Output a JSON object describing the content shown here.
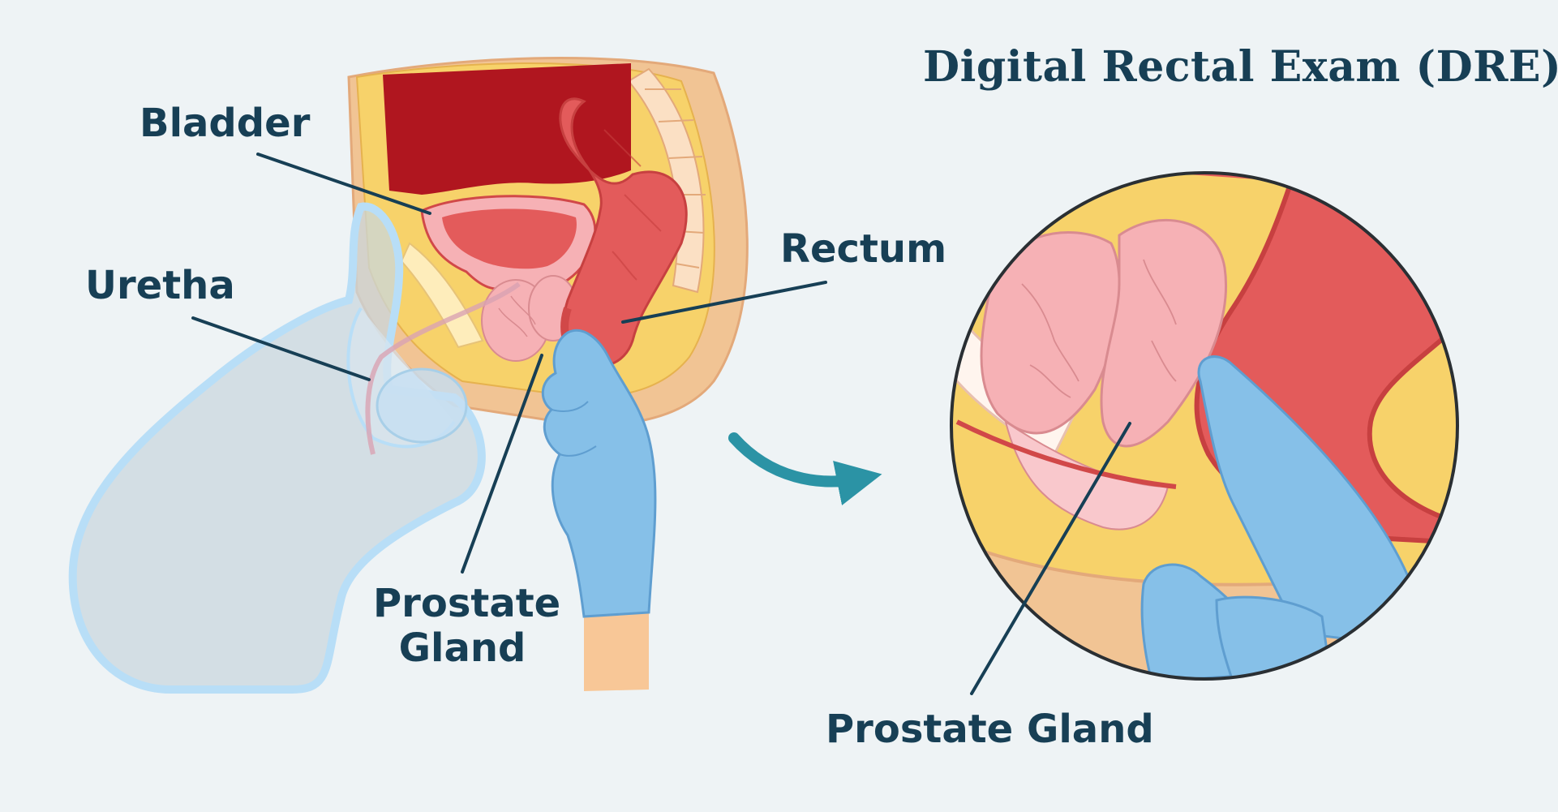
{
  "title": "Digital Rectal Exam (DRE)",
  "labels": {
    "bladder": "Bladder",
    "urethra": "Uretha",
    "rectum": "Rectum",
    "prostate_left_line1": "Prostate",
    "prostate_left_line2": "Gland",
    "prostate_right": "Prostate Gland"
  },
  "colors": {
    "background": "#eef3f5",
    "text": "#173f55",
    "bladder_dark_red": "#b0161f",
    "rectum_red": "#e35b5b",
    "pelvis_yellow": "#f7d26a",
    "tissue_tan": "#f1c494",
    "prostate_pink": "#f6b1b5",
    "glove_blue": "#86c0e8",
    "body_outline_blue": "#b8def7",
    "arrow_teal": "#2b93a5"
  }
}
